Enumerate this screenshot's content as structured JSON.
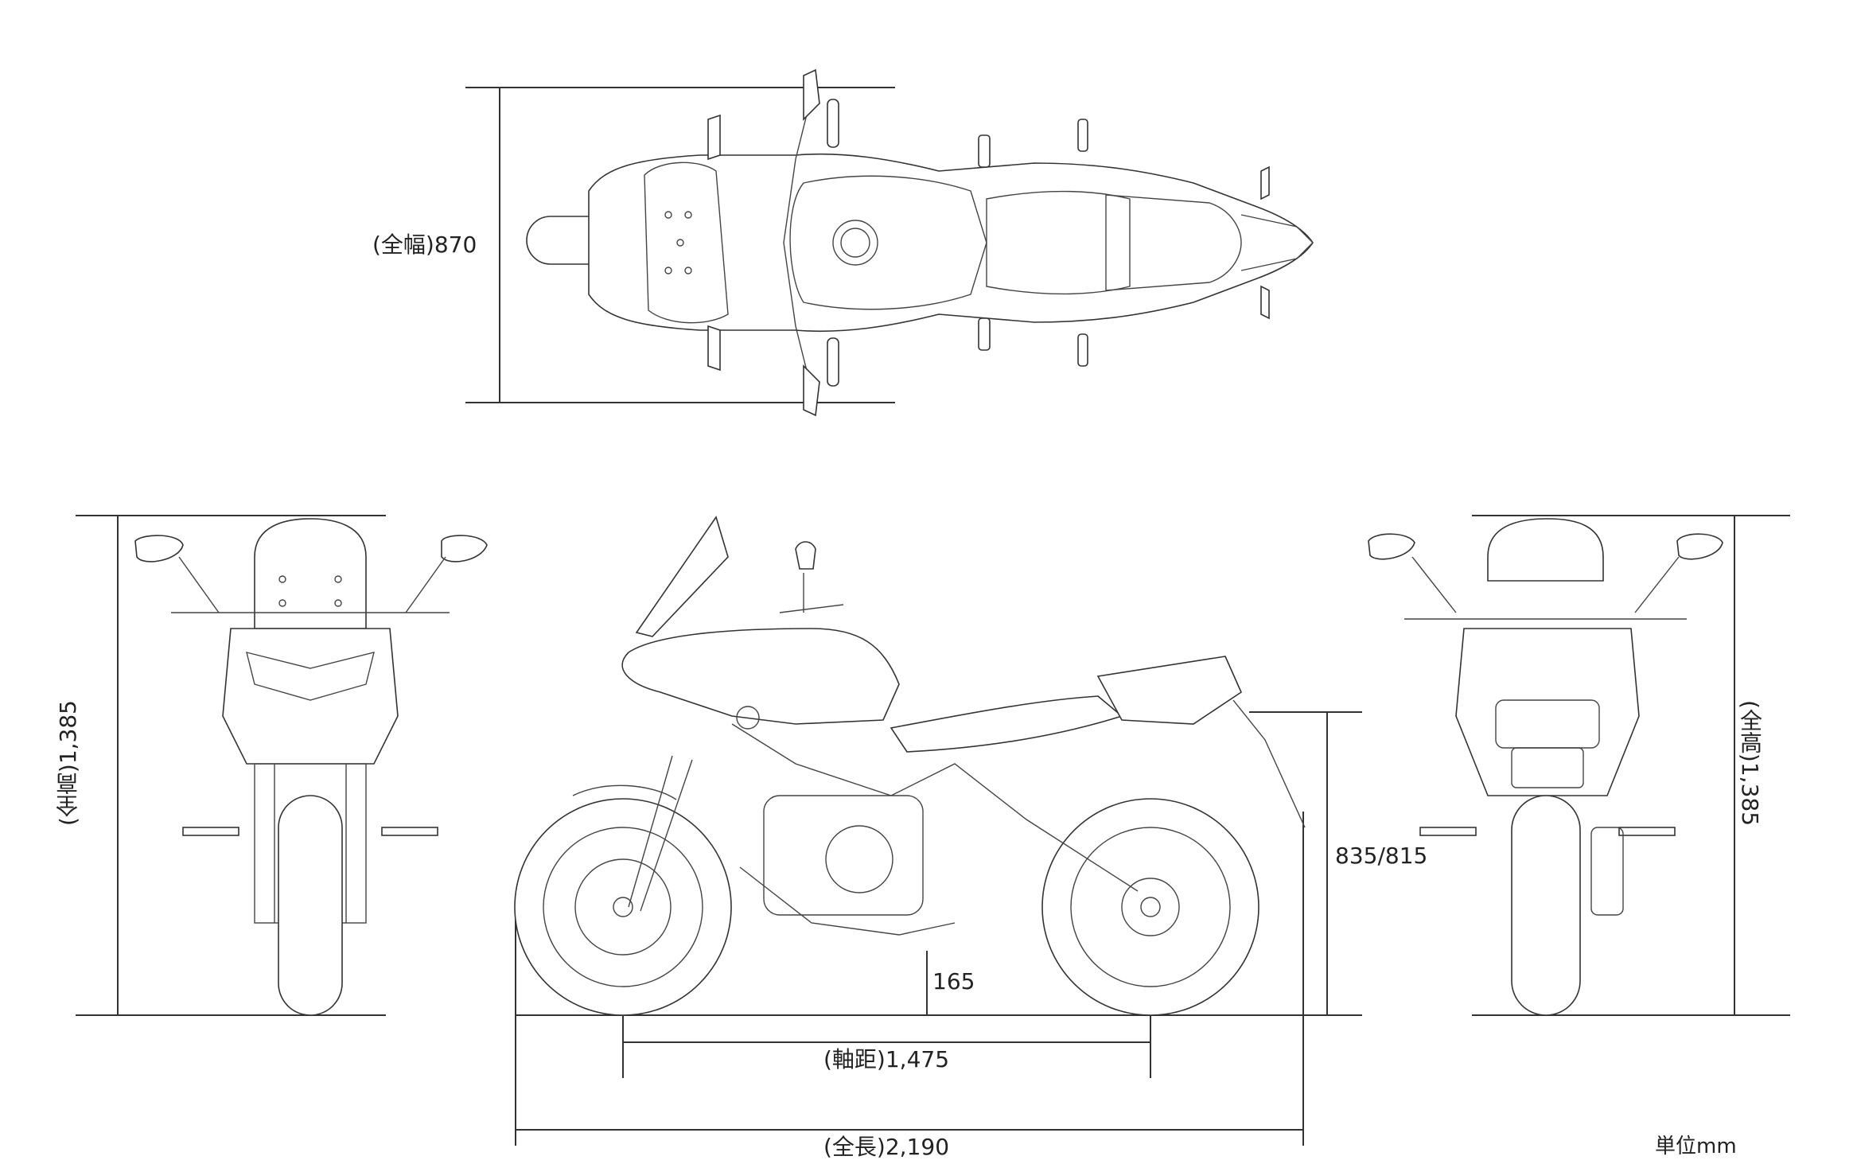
{
  "dimensions": {
    "width_label": "(全幅)870",
    "height_label_front": "(全高)1,385",
    "height_label_rear": "(全高)1,385",
    "seat_height_label": "835/815",
    "ground_clearance_label": "165",
    "wheelbase_label": "(軸距)1,475",
    "length_label": "(全長)2,190"
  },
  "unit_label": "単位mm"
}
